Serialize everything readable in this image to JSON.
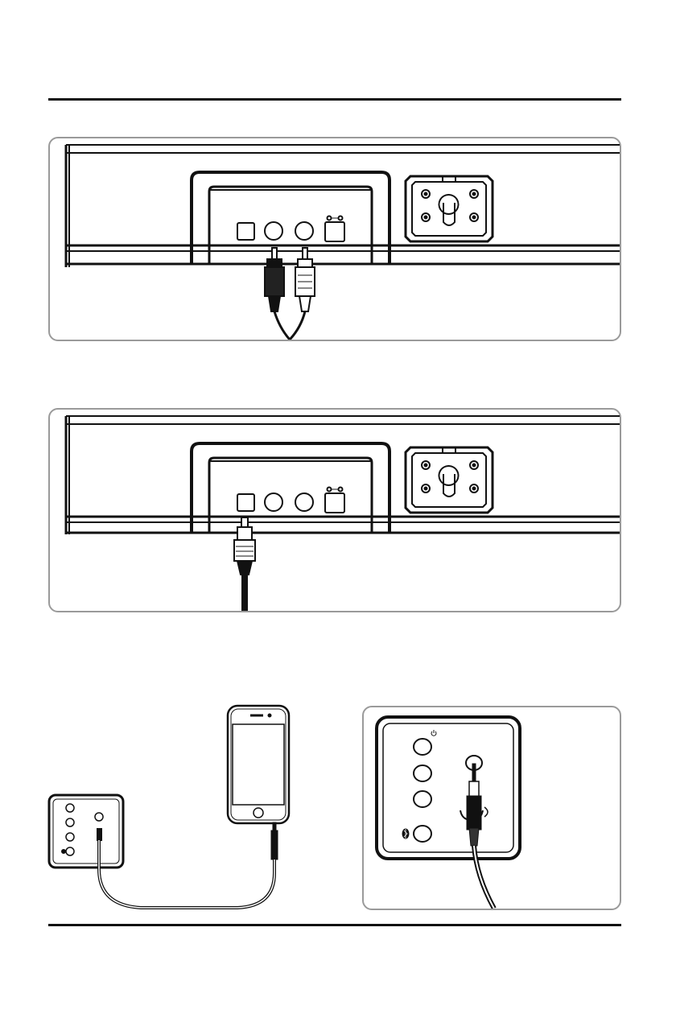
{
  "figures": [
    {
      "id": "rca-connection",
      "icons": [
        "soundbar-back",
        "rca-jack-left",
        "rca-jack-right",
        "optical-port",
        "dc-power-port",
        "wall-mount-bracket",
        "rca-cable"
      ]
    },
    {
      "id": "optical-connection",
      "icons": [
        "soundbar-back",
        "optical-cable",
        "wall-mount-bracket"
      ]
    },
    {
      "id": "aux-connection",
      "icons": [
        "smartphone",
        "aux-cable",
        "control-panel",
        "aux-port",
        "power-icon",
        "bluetooth-icon"
      ]
    }
  ],
  "colors": {
    "line": "#111111",
    "panel_border": "#9a9a9a",
    "cable_light": "#ffffff"
  }
}
